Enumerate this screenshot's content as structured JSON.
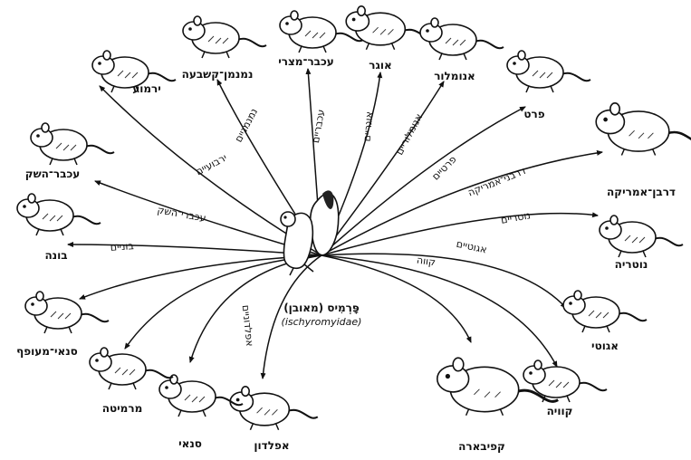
{
  "center": {
    "hebrew": "פָּרְמִיס (מאובן)",
    "latin": "(ischyromyidae)"
  },
  "animals": [
    {
      "id": "yarmoa",
      "label": "ירמוע",
      "edge": "ירבועיים"
    },
    {
      "id": "namnemanim",
      "label": "נמנמן־קשבעה",
      "edge": "נמנמניים"
    },
    {
      "id": "achbar_mitzri",
      "label": "עכבר־מצרי",
      "edge": "עכבריים"
    },
    {
      "id": "ogar",
      "label": "אוגר",
      "edge": "אוגריים"
    },
    {
      "id": "anomalur",
      "label": "אנומלור",
      "edge": "אנומלוריים"
    },
    {
      "id": "paret",
      "label": "פרט",
      "edge": "פרטיים"
    },
    {
      "id": "darban_america",
      "label": "דרבן־אמריקה",
      "edge": "דרבני־אמריקה"
    },
    {
      "id": "nutria",
      "label": "נוטריה",
      "edge": "נוטריים"
    },
    {
      "id": "aguti",
      "label": "אגוטי",
      "edge": "אגוטיים"
    },
    {
      "id": "kavia",
      "label": "קוויה",
      "edge": "קווה"
    },
    {
      "id": "kapibara",
      "label": "קפיבארה",
      "edge": ""
    },
    {
      "id": "apaldon",
      "label": "אפלדון",
      "edge": "אפלדוניים"
    },
    {
      "id": "snai",
      "label": "סנאי",
      "edge": ""
    },
    {
      "id": "marmita",
      "label": "מרמיטה",
      "edge": ""
    },
    {
      "id": "snai_meofef",
      "label": "סנאי־מעופף",
      "edge": ""
    },
    {
      "id": "bonah",
      "label": "בונה",
      "edge": "בוניים"
    },
    {
      "id": "achbar_hasak",
      "label": "עכבר־השק",
      "edge": "עכברי־השק"
    }
  ]
}
